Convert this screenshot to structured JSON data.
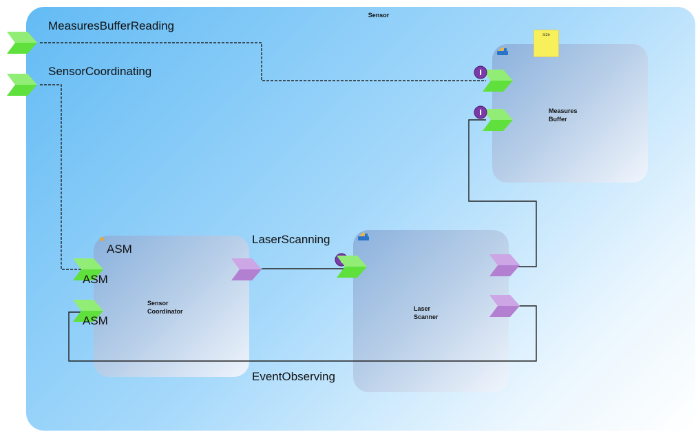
{
  "diagram": {
    "container_title": "Sensor",
    "components": {
      "measures_buffer": "Measures\nBuffer",
      "sensor_coordinator": "Sensor\nCoordinator",
      "laser_scanner": "Laser\nScanner"
    },
    "ports": {
      "measures_buffer_reading": "MeasuresBufferReading",
      "sensor_coordinating": "SensorCoordinating"
    },
    "connectors": {
      "laser_scanning": "LaserScanning",
      "event_observing": "EventObserving"
    },
    "coordinator_tags": {
      "top": "ASM",
      "mid": "ASM",
      "bottom": "ASM"
    },
    "note": "size"
  },
  "colors": {
    "provided_port": "#5fe03d",
    "required_port": "#b27fd1",
    "interface_badge": "#7a3aa8",
    "note": "#f7f05a"
  },
  "icons": [
    "config-icon",
    "interface-icon",
    "provided-port-icon",
    "required-port-icon"
  ]
}
